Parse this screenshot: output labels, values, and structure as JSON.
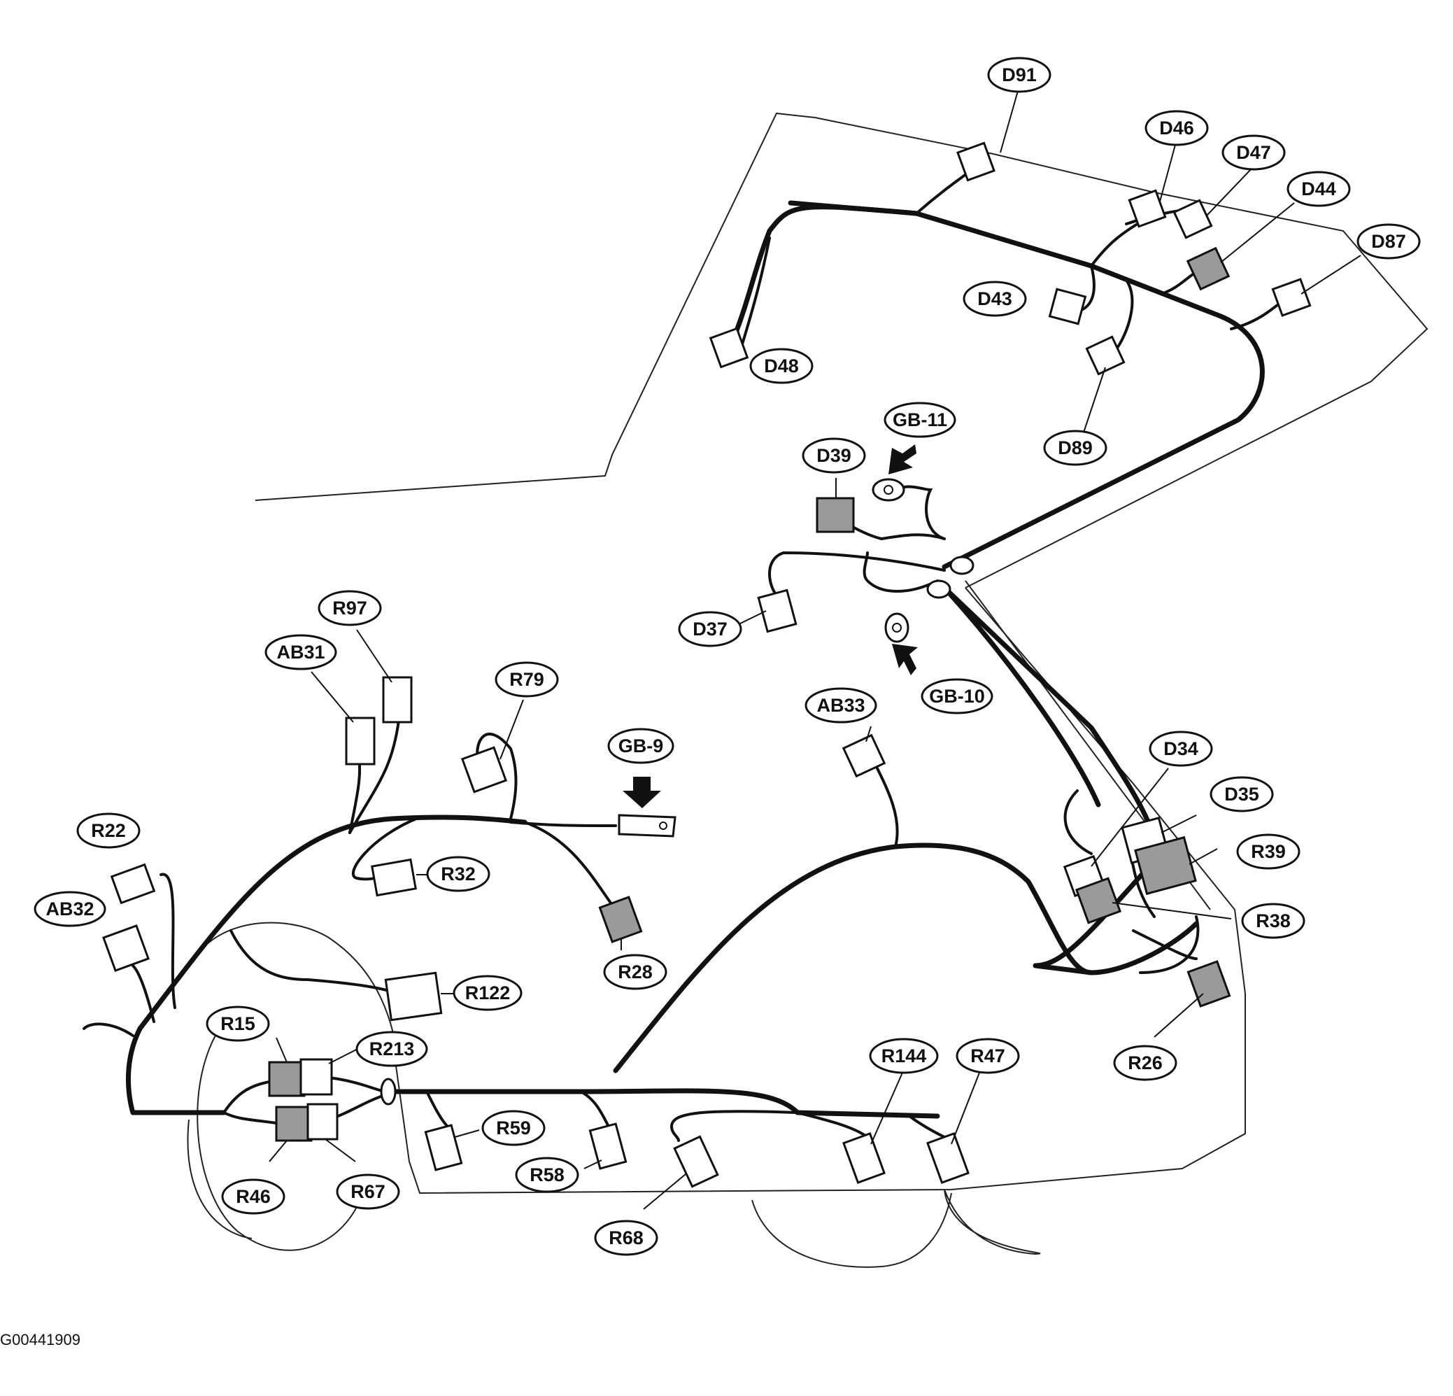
{
  "figure_code": "G00441909",
  "labels": {
    "D91": "D91",
    "D46": "D46",
    "D47": "D47",
    "D44": "D44",
    "D87": "D87",
    "D43": "D43",
    "D48": "D48",
    "D89": "D89",
    "GB11": "GB-11",
    "D39": "D39",
    "D37": "D37",
    "GB10": "GB-10",
    "R97": "R97",
    "AB31": "AB31",
    "R79": "R79",
    "GB9": "GB-9",
    "AB33": "AB33",
    "D34": "D34",
    "D35": "D35",
    "R39": "R39",
    "R38": "R38",
    "R26": "R26",
    "R22": "R22",
    "AB32": "AB32",
    "R32": "R32",
    "R28": "R28",
    "R122": "R122",
    "R15": "R15",
    "R213": "R213",
    "R46": "R46",
    "R67": "R67",
    "R59": "R59",
    "R58": "R58",
    "R68": "R68",
    "R144": "R144",
    "R47": "R47"
  }
}
